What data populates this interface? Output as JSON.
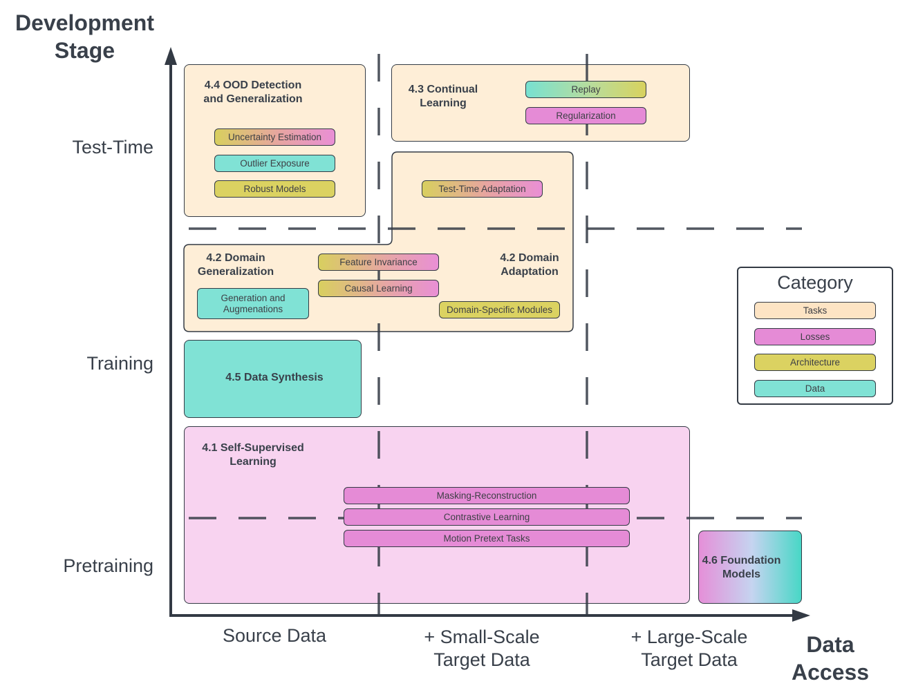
{
  "axes": {
    "y_title": [
      "Development",
      "Stage"
    ],
    "x_title": [
      "Data",
      "Access"
    ],
    "rows": [
      "Test-Time",
      "Training",
      "Pretraining"
    ],
    "columns": [
      [
        "Source Data"
      ],
      [
        "+ Small-Scale",
        "Target Data"
      ],
      [
        "+ Large-Scale",
        "Target Data"
      ]
    ]
  },
  "boxes": {
    "ood": {
      "title": [
        "4.4 OOD Detection",
        "and Generalization"
      ],
      "items": [
        "Uncertainty Estimation",
        "Outlier Exposure",
        "Robust Models"
      ]
    },
    "continual": {
      "title": [
        "4.3 Continual",
        "Learning"
      ],
      "items": [
        "Replay",
        "Regularization"
      ]
    },
    "domain": {
      "tta": "Test-Time Adaptation",
      "dg_title": [
        "4.2 Domain",
        "Generalization"
      ],
      "da_title": [
        "4.2 Domain",
        "Adaptation"
      ],
      "gen_aug": [
        "Generation and",
        "Augmenations"
      ],
      "feature_invariance": "Feature Invariance",
      "causal_learning": "Causal Learning",
      "domain_specific": "Domain-Specific Modules"
    },
    "synthesis": {
      "title": "4.5 Data Synthesis"
    },
    "ssl": {
      "title": [
        "4.1 Self-Supervised",
        "Learning"
      ],
      "items": [
        "Masking-Reconstruction",
        "Contrastive Learning",
        "Motion Pretext Tasks"
      ]
    },
    "foundation": {
      "title": [
        "4.6 Foundation",
        "Models"
      ]
    }
  },
  "legend": {
    "title": "Category",
    "items": [
      {
        "label": "Tasks",
        "color": "#fde4c4"
      },
      {
        "label": "Losses",
        "color": "#e58bd6"
      },
      {
        "label": "Architecture",
        "color": "#dbd261"
      },
      {
        "label": "Data",
        "color": "#80e2d5"
      }
    ]
  },
  "colors": {
    "axis": "#333a44",
    "text": "#39404a",
    "tasks": "#fde4c4",
    "losses": "#e58bd6",
    "architecture": "#dbd261",
    "data": "#80e2d5"
  }
}
